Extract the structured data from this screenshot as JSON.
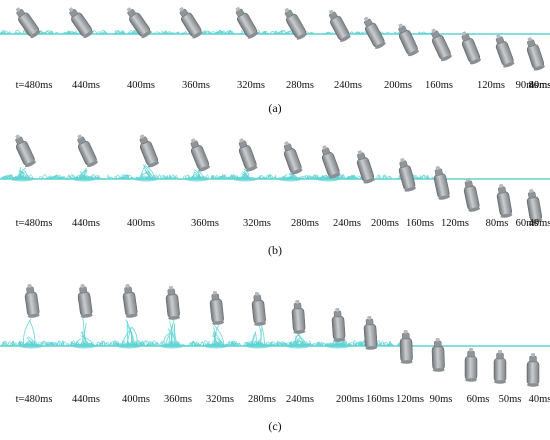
{
  "panels": [
    {
      "caption": "(a)",
      "times": [
        "t=480ms",
        "440ms",
        "400ms",
        "360ms",
        "320ms",
        "280ms",
        "240ms",
        "200ms",
        "160ms",
        "120ms",
        "90ms",
        "80ms",
        "40ms"
      ]
    },
    {
      "caption": "(b)",
      "times": [
        "t=480ms",
        "440ms",
        "400ms",
        "360ms",
        "320ms",
        "280ms",
        "240ms",
        "200ms",
        "160ms",
        "120ms",
        "80ms",
        "60ms",
        "40ms"
      ]
    },
    {
      "caption": "(c)",
      "times": [
        "t=480ms",
        "440ms",
        "400ms",
        "360ms",
        "320ms",
        "280ms",
        "240ms",
        "200ms",
        "160ms",
        "120ms",
        "90ms",
        "60ms",
        "50ms",
        "40ms"
      ]
    }
  ],
  "colors": {
    "water": "#5fd3d3",
    "body": "#9a9fa3"
  }
}
